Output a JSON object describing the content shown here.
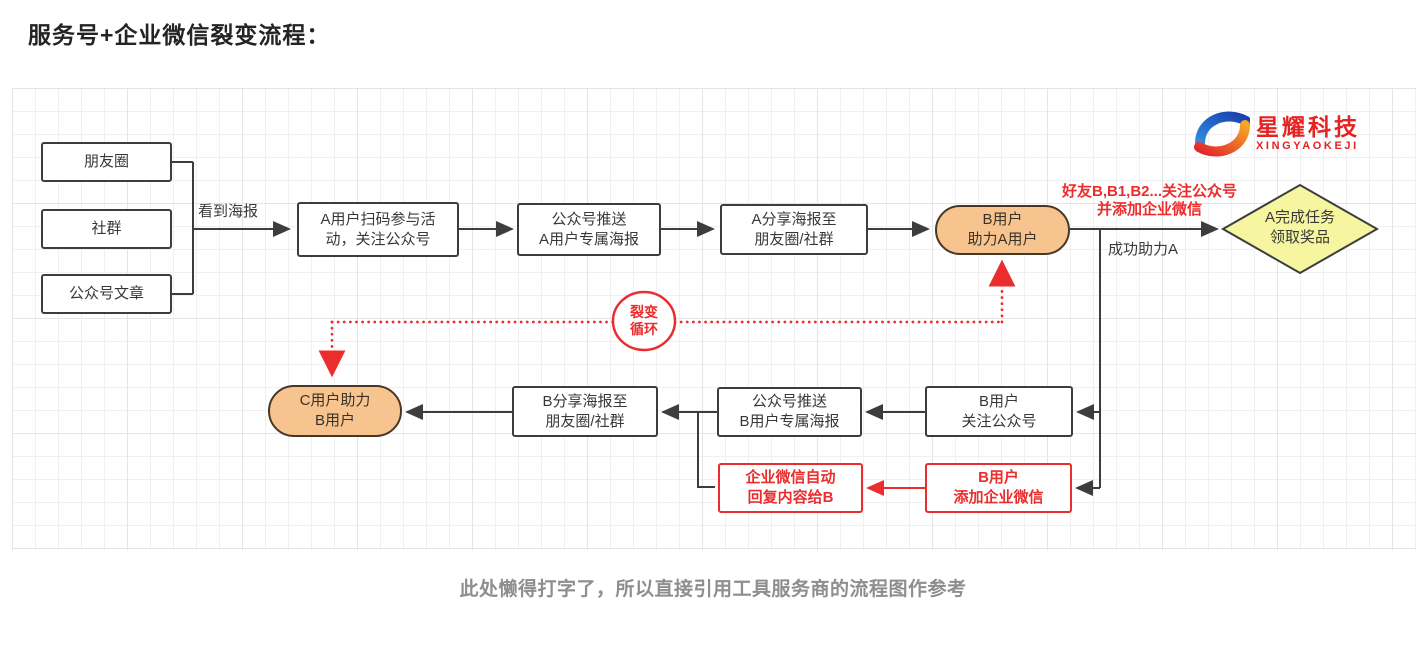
{
  "title": "服务号+企业微信裂变流程：",
  "caption": "此处懒得打字了，所以直接引用工具服务商的流程图作参考",
  "logo": {
    "cn": "星耀科技",
    "en": "XINGYAOKEJI"
  },
  "colors": {
    "red": "#ec2d2d",
    "orange_fill": "#f7c38e",
    "yellow_fill": "#f6f6a0",
    "ink": "#3d3d3d",
    "grid": "#f0f0f0",
    "caption_gray": "#8e8e8e"
  },
  "sources": [
    "朋友圈",
    "社群",
    "公众号文章"
  ],
  "labels": {
    "see_poster": "看到海报",
    "success_help_a": "成功助力A",
    "friends_l1": "好友B,B1,B2...关注公众号",
    "friends_l2": "并添加企业微信",
    "loop_l1": "裂变",
    "loop_l2": "循环"
  },
  "nodes": {
    "a_scan": {
      "l1": "A用户扫码参与活",
      "l2": "动，关注公众号"
    },
    "push_a": {
      "l1": "公众号推送",
      "l2": "A用户专属海报"
    },
    "a_share": {
      "l1": "A分享海报至",
      "l2": "朋友圈/社群"
    },
    "b_help_a": {
      "l1": "B用户",
      "l2": "助力A用户"
    },
    "a_reward": {
      "l1": "A完成任务",
      "l2": "领取奖品"
    },
    "c_help_b": {
      "l1": "C用户助力",
      "l2": "B用户"
    },
    "b_share": {
      "l1": "B分享海报至",
      "l2": "朋友圈/社群"
    },
    "push_b": {
      "l1": "公众号推送",
      "l2": "B用户专属海报"
    },
    "b_follow": {
      "l1": "B用户",
      "l2": "关注公众号"
    },
    "wework_reply": {
      "l1": "企业微信自动",
      "l2": "回复内容给B"
    },
    "b_add_wework": {
      "l1": "B用户",
      "l2": "添加企业微信"
    }
  }
}
